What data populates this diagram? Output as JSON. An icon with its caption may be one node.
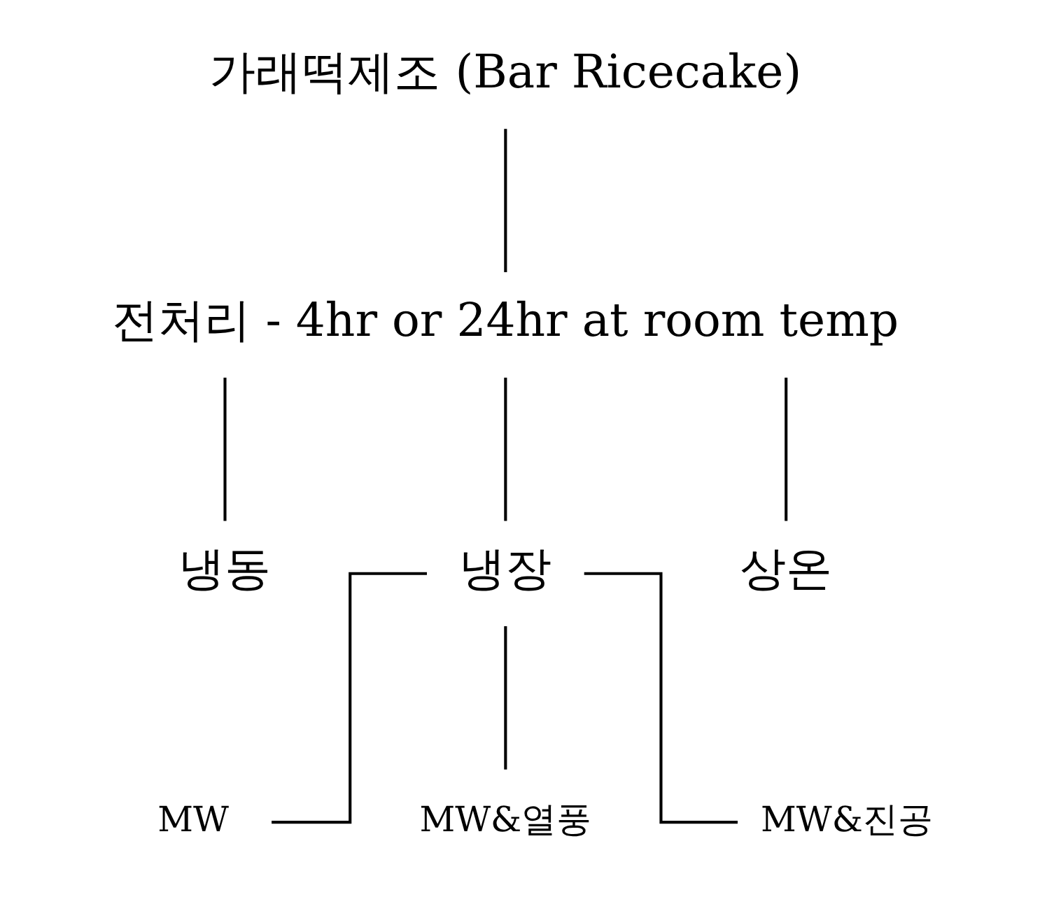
{
  "diagram": {
    "nodes": [
      {
        "text": [
          "가래떡제조 (Bar Ricecake)"
        ]
      },
      {
        "text": [
          "전처리 - 4hr or 24hr at room temp"
        ]
      },
      {
        "text": [
          "냉동"
        ]
      },
      {
        "text": [
          "냉장"
        ]
      },
      {
        "text": [
          "상온"
        ]
      },
      {
        "text": [
          "MW"
        ]
      },
      {
        "text": [
          "MW&열풍"
        ]
      },
      {
        "text": [
          "MW&진공"
        ]
      }
    ],
    "edges": [
      {
        "from": 0,
        "to": 1,
        "arrow": "none"
      },
      {
        "from": 1,
        "to": 2,
        "arrow": "none"
      },
      {
        "from": 1,
        "to": 3,
        "arrow": "none"
      },
      {
        "from": 1,
        "to": 4,
        "arrow": "none"
      },
      {
        "from": 3,
        "to": 5,
        "arrow": "none"
      },
      {
        "from": 3,
        "to": 6,
        "arrow": "none"
      },
      {
        "from": 3,
        "to": 7,
        "arrow": "none"
      }
    ]
  }
}
